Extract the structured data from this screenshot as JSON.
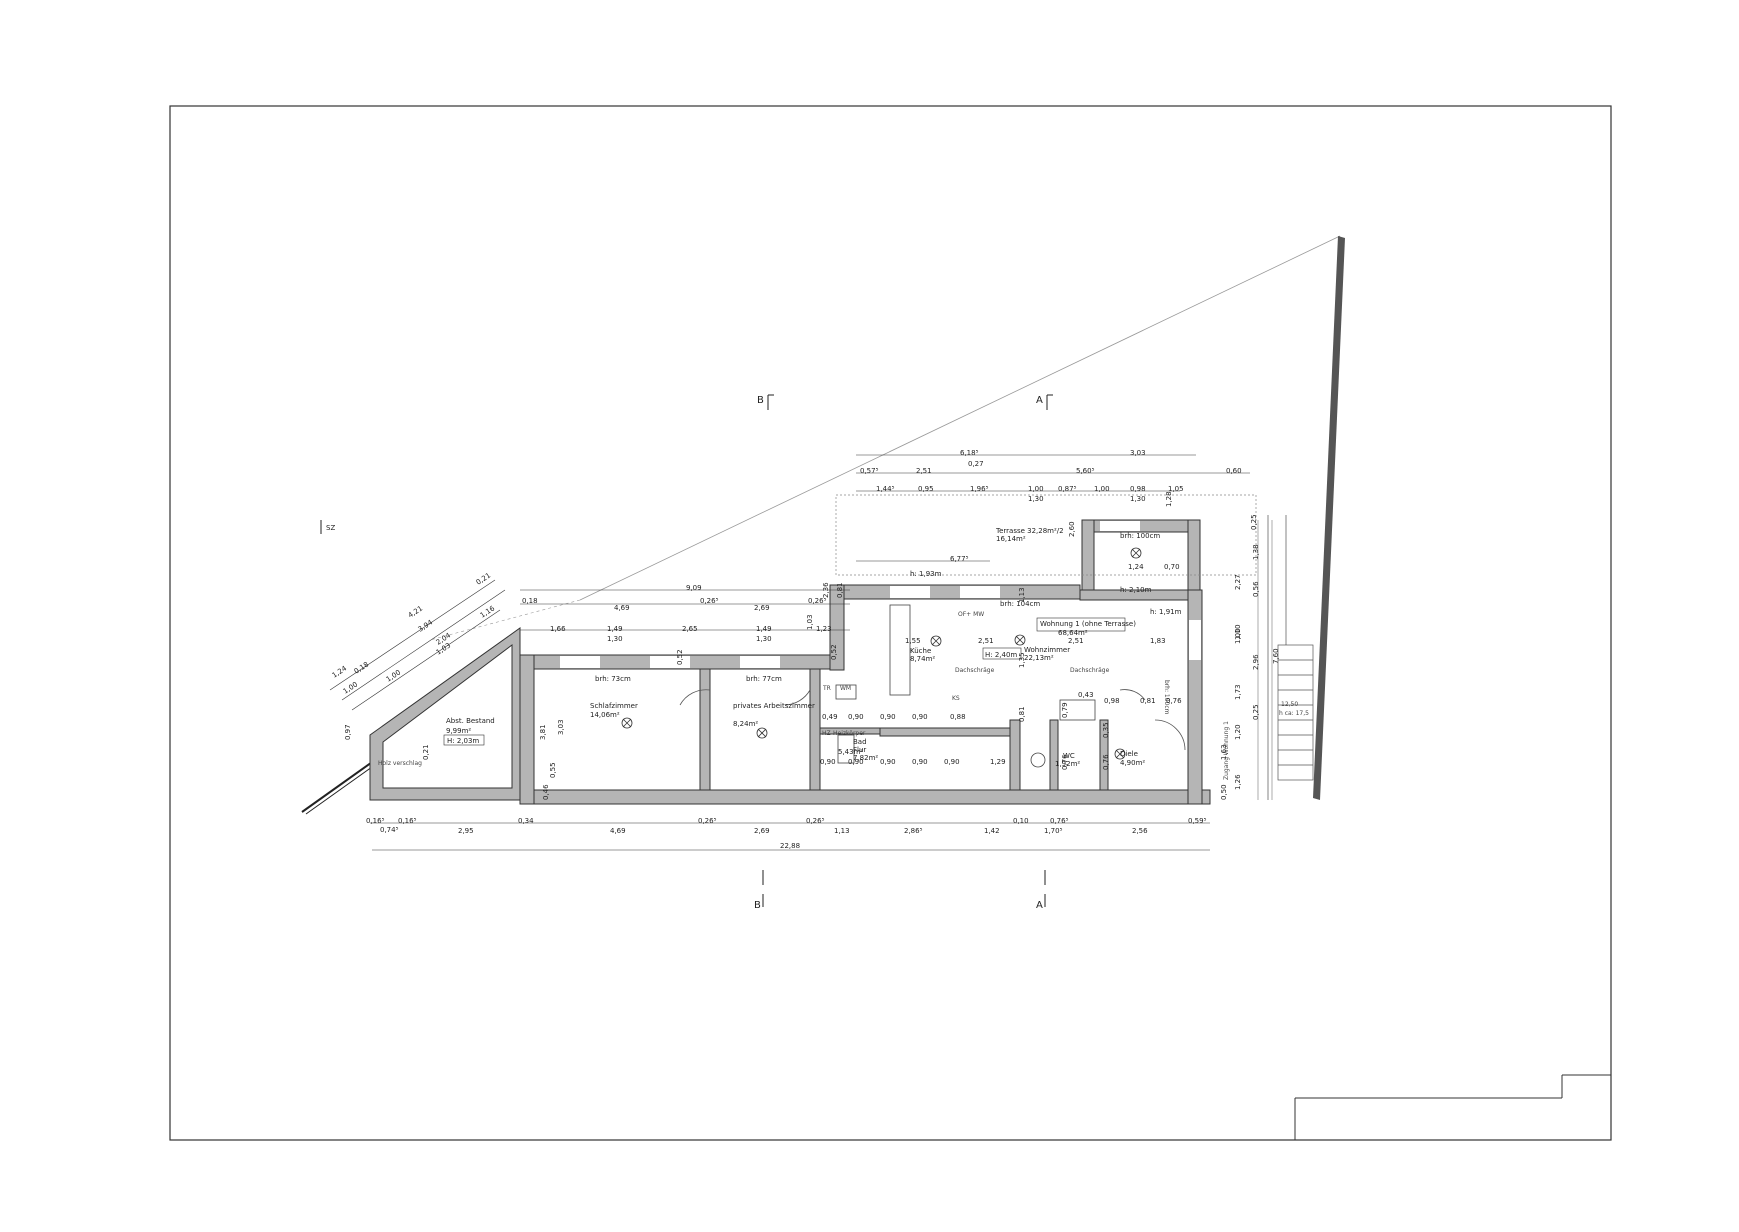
{
  "section_marks": {
    "b_top": "B",
    "a_top": "A",
    "b_bottom": "B",
    "a_bottom": "A",
    "sz": "SZ"
  },
  "rooms": {
    "abst": {
      "name": "Abst. Bestand",
      "area": "9,99m²",
      "height": "H: 2,03m"
    },
    "holz": {
      "name": "Holz verschlag"
    },
    "schlaf": {
      "name": "Schlafzimmer",
      "area": "14,06m²",
      "brh": "brh: 73cm"
    },
    "arbeit": {
      "name": "privates Arbeitszimmer",
      "area": "8,24m²",
      "brh": "brh: 77cm"
    },
    "flur": {
      "name": "Flur",
      "area": "7,82m²"
    },
    "bad": {
      "name": "Bad",
      "area": "5,43m²"
    },
    "kueche": {
      "name": "Küche",
      "area": "8,74m²",
      "h": "h: 1,93m"
    },
    "wohn": {
      "name": "Wohnzimmer",
      "area": "22,13m²",
      "brh": "brh: 104cm",
      "h": "H: 2,40m"
    },
    "wohnung": {
      "name": "Wohnung 1 (ohne Terrasse)",
      "area": "68,64m²"
    },
    "terrasse": {
      "name": "Terrasse 32,28m²/2",
      "area": "16,14m²"
    },
    "wc": {
      "name": "WC",
      "area": "1,92m²"
    },
    "diele": {
      "name": "Diele",
      "area": "4,90m²"
    },
    "oben": {
      "brh": "brh: 100cm",
      "h": "h: 2,10m"
    },
    "side": {
      "h": "h: 1,91m",
      "brh": "brh: 100cm"
    },
    "dachschraege": "Dachschräge",
    "ofmw": "OF+ MW",
    "tr": "TR",
    "wm": "WM",
    "ks": "KS",
    "hz": "HZ",
    "hz2": "Heizkörper",
    "stairs": "12,50",
    "stairs2": "h ca: 17,5",
    "eingang": "Zugang Wohnung 1"
  },
  "dimensions": {
    "total": "22,88",
    "bottom": [
      "0,16⁵",
      "0,16⁵",
      "0,74⁵",
      "2,95",
      "0,34",
      "4,69",
      "0,26⁵",
      "2,69",
      "0,26⁵",
      "1,13",
      "2,86⁵",
      "1,42",
      "0,10",
      "1,70⁵",
      "0,76⁵",
      "2,56",
      "0,59⁵"
    ],
    "top_total": "9,09",
    "top": [
      "0,18",
      "4,69",
      "0,26⁵",
      "2,69",
      "0,26⁵"
    ],
    "top_inner": [
      "1,66",
      "1,49",
      "1,30",
      "2,65",
      "1,49",
      "1,30",
      "1,23"
    ],
    "terr_total": [
      "6,18⁵",
      "0,27",
      "3,03"
    ],
    "terr_row2": [
      "0,57⁵",
      "2,51",
      "5,60⁵",
      "0,60"
    ],
    "terr_row3": [
      "1,44⁵",
      "0,95",
      "1,96⁵",
      "1,00",
      "1,30",
      "0,87⁵",
      "1,00",
      "0,98",
      "1,30",
      "1,05"
    ],
    "mid": [
      "6,77⁵",
      "1,24",
      "0,70",
      "1,28",
      "2,60",
      "0,25"
    ],
    "kitchen": [
      "1,55",
      "2,51",
      "2,51",
      "1,83",
      "1,13",
      "1,35",
      "0,81"
    ],
    "flur": [
      "0,49",
      "0,90",
      "0,90",
      "0,90",
      "0,90",
      "0,88",
      "0,90",
      "0,90",
      "0,90",
      "0,90",
      "1,29"
    ],
    "wc": [
      "0,43",
      "0,98",
      "0,81",
      "0,76",
      "0,76",
      "0,76",
      "0,35",
      "0,79"
    ],
    "right": [
      "2,27",
      "0,56",
      "1,38",
      "1,00",
      "1,10",
      "2,96",
      "1,73",
      "1,20",
      "0,25",
      "1,63",
      "1,26",
      "0,50",
      "7,60"
    ],
    "left_diag": [
      "4,21",
      "3,94",
      "2,04",
      "1,03",
      "1,00",
      "1,00",
      "0,18",
      "1,24",
      "0,21",
      "1,16"
    ],
    "left_side": [
      "0,97",
      "3,81",
      "3,03",
      "0,55",
      "0,46",
      "0,21",
      "0,52",
      "1,03",
      "0,81",
      "2,36",
      "0,52"
    ]
  }
}
